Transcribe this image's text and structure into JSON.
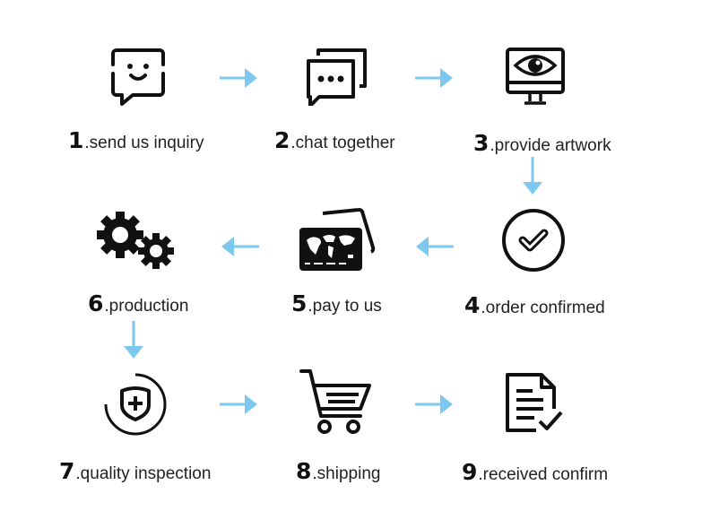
{
  "colors": {
    "arrow": "#7ec8ef",
    "icon": "#111111"
  },
  "steps": [
    {
      "num": "1",
      "text": ".send us inquiry",
      "icon": "smiley-chat-icon"
    },
    {
      "num": "2",
      "text": ".chat together",
      "icon": "chat-bubbles-icon"
    },
    {
      "num": "3",
      "text": ".provide artwork",
      "icon": "monitor-eye-icon"
    },
    {
      "num": "4",
      "text": ".order confirmed",
      "icon": "check-circle-icon"
    },
    {
      "num": "5",
      "text": ".pay to us",
      "icon": "credit-card-icon"
    },
    {
      "num": "6",
      "text": ".production",
      "icon": "gears-icon"
    },
    {
      "num": "7",
      "text": ".quality inspection",
      "icon": "shield-plus-icon"
    },
    {
      "num": "8",
      "text": ".shipping",
      "icon": "shopping-cart-icon"
    },
    {
      "num": "9",
      "text": ".received confirm",
      "icon": "document-check-icon"
    }
  ],
  "arrows": [
    "right",
    "right",
    "down",
    "left",
    "left",
    "down",
    "right",
    "right"
  ]
}
